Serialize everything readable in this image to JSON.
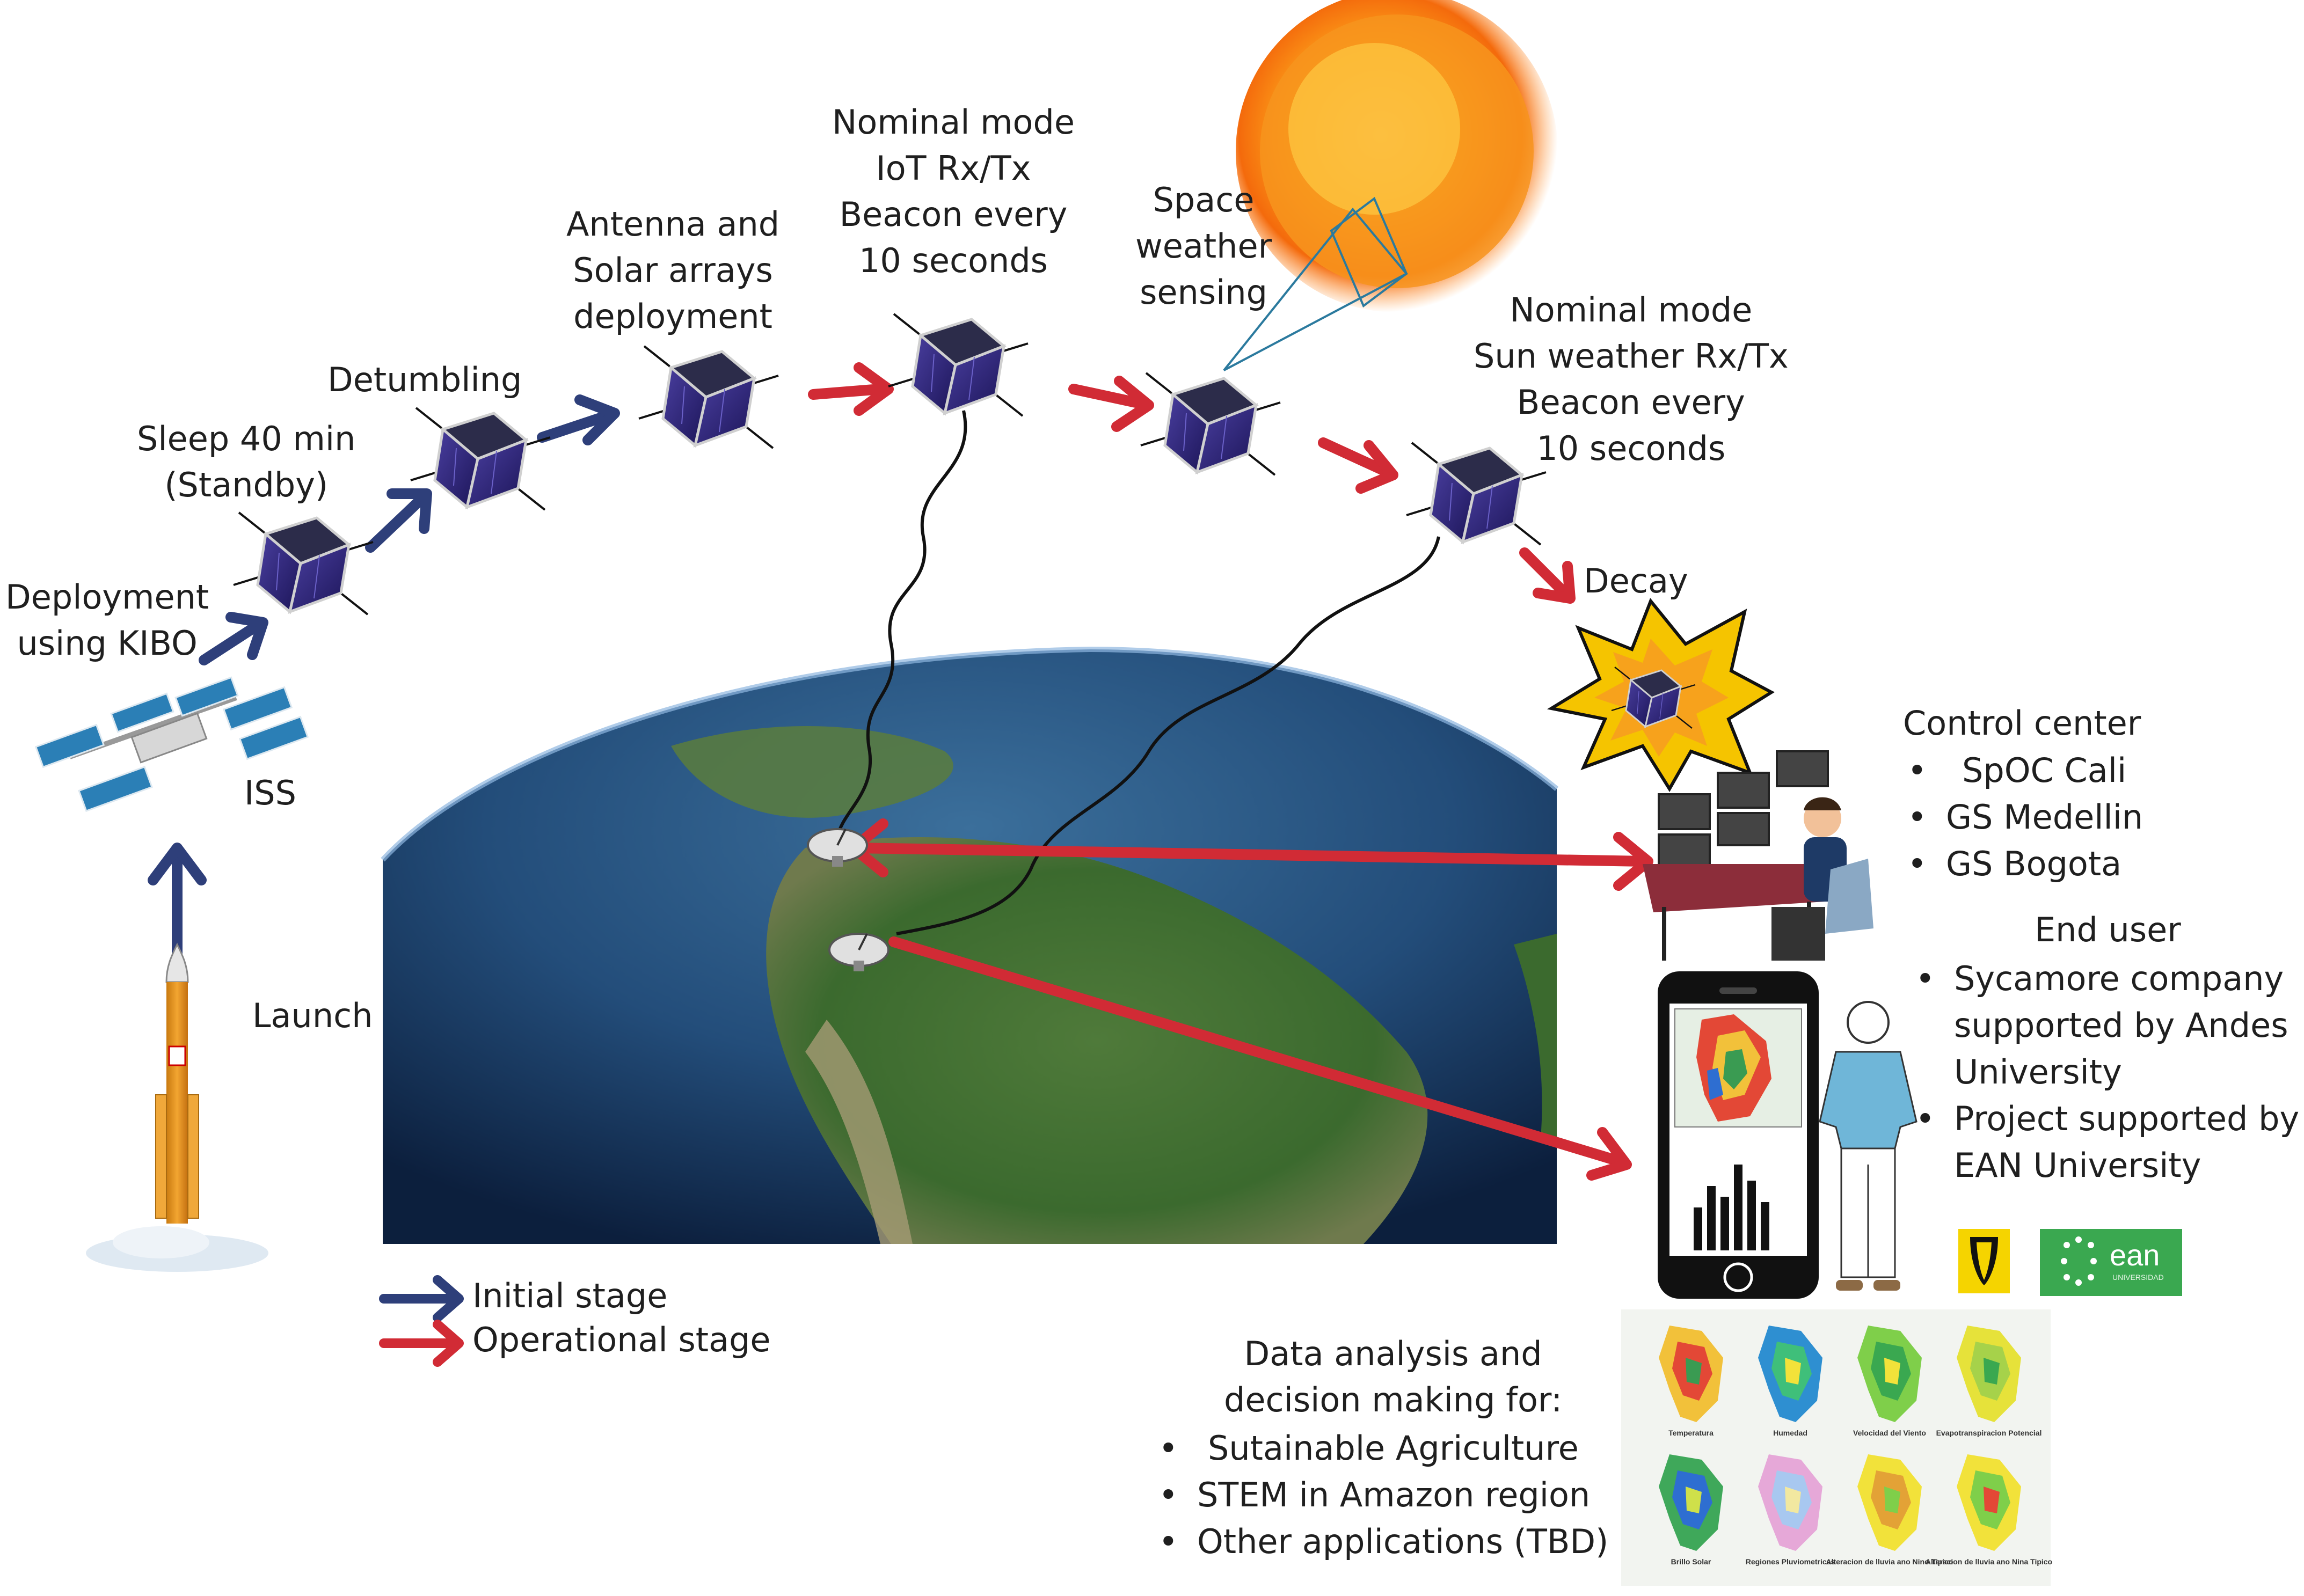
{
  "stages": {
    "launch": "Launch",
    "iss": "ISS",
    "deployment": [
      "Deployment",
      "using KIBO"
    ],
    "sleep": [
      "Sleep 40 min",
      "(Standby)"
    ],
    "detumbling": "Detumbling",
    "antenna": [
      "Antenna and",
      "Solar arrays",
      "deployment"
    ],
    "nominal_iot": [
      "Nominal mode",
      "IoT Rx/Tx",
      "Beacon every",
      "10 seconds"
    ],
    "space_weather": [
      "Space",
      "weather",
      "sensing"
    ],
    "nominal_sun": [
      "Nominal mode",
      "Sun weather Rx/Tx",
      "Beacon every",
      "10 seconds"
    ],
    "decay": "Decay"
  },
  "control_center": {
    "title": "Control center",
    "items": [
      "SpOC Cali",
      "GS Medellin",
      "GS Bogota"
    ]
  },
  "end_user": {
    "title": "End user",
    "items": [
      [
        "Sycamore company",
        "supported by  Andes",
        "University"
      ],
      [
        "Project supported by",
        "EAN University"
      ]
    ]
  },
  "data_analysis": {
    "title": [
      "Data analysis and",
      "decision making for:"
    ],
    "items": [
      "Sutainable Agriculture",
      "STEM in Amazon region",
      "Other applications (TBD)"
    ]
  },
  "legend": {
    "initial": "Initial stage",
    "operational": "Operational stage"
  },
  "logos": {
    "ean": "ean",
    "ean_sub": "UNIVERSIDAD"
  },
  "map_panels": [
    "Temperatura",
    "Humedad",
    "Velocidad del Viento",
    "Evapotranspiracion Potencial",
    "Brillo Solar",
    "Regiones Pluviometricas",
    "Alteracion de lluvia ano Nino Tipico",
    "Alteracion de lluvia ano Nina Tipico"
  ],
  "colors": {
    "initial_arrow": "#2e3f7a",
    "operational_arrow": "#d12b35",
    "ean_green": "#3aa850",
    "andes_yellow": "#f5d400"
  }
}
